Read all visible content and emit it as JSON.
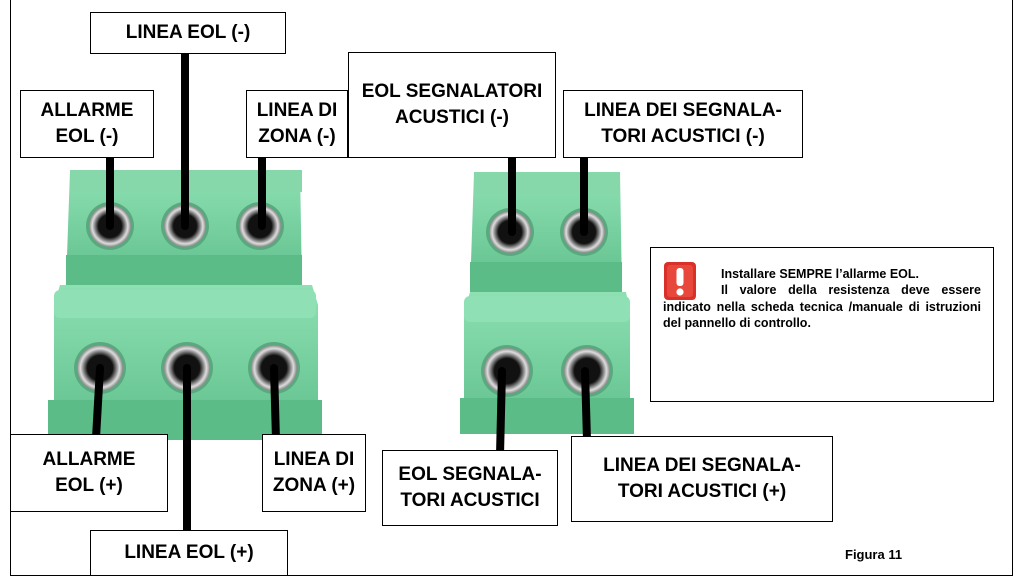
{
  "labels": {
    "linea_eol_neg": "LINEA EOL (-)",
    "allarme_eol_neg": "ALLARME\nEOL (-)",
    "linea_zona_neg": "LINEA DI\nZONA (-)",
    "eol_segnalatori_neg": "EOL SEGNALATORI\nACUSTICI (-)",
    "linea_segnalatori_neg": "LINEA DEI SEGNALA-\nTORI ACUSTICI (-)",
    "allarme_eol_pos": "ALLARME\nEOL (+)",
    "linea_zona_pos": "LINEA DI\nZONA (+)",
    "linea_eol_pos": "LINEA EOL (+)",
    "eol_segnalatori_pos": "EOL SEGNALA-\nTORI ACUSTICI",
    "linea_segnalatori_pos": "LINEA DEI SEGNALA-\nTORI ACUSTICI (+)"
  },
  "notice": {
    "icon": "exclamation-warning-icon",
    "line1": "Installare SEMPRE l’allarme EOL.",
    "line2": "Il valore della resistenza deve essere indicato nella scheda tecnica /manuale di istruzioni del pannello di controllo."
  },
  "figure_caption": "Figura 11",
  "colors": {
    "terminal_green": "#6fcf9a",
    "terminal_dark": "#4fae7c",
    "wire": "#000000",
    "warning_red": "#d9302a"
  }
}
